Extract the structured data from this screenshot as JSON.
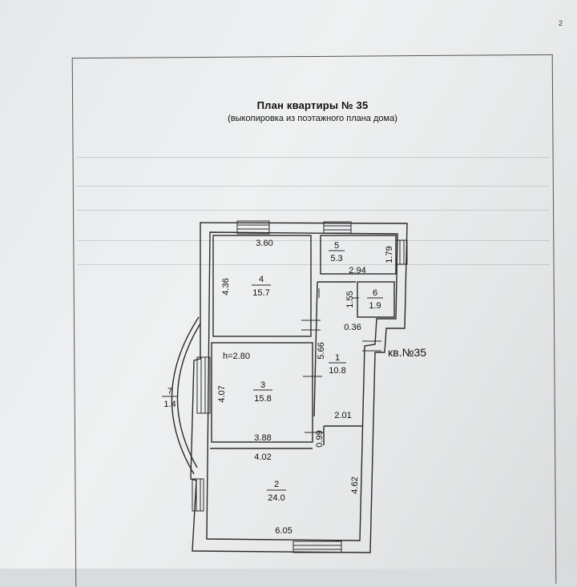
{
  "page_number": "2",
  "title": "План квартиры  № 35",
  "subtitle": "(выкопировка из поэтажного плана дома)",
  "apartment_label": "кв.№35",
  "ceiling_height": "h=2.80",
  "rooms": [
    {
      "id": "4",
      "area": "15.7"
    },
    {
      "id": "5",
      "area": "5.3"
    },
    {
      "id": "6",
      "area": "1.9"
    },
    {
      "id": "1",
      "area": "10.8"
    },
    {
      "id": "3",
      "area": "15.8"
    },
    {
      "id": "7",
      "area": "1.4"
    },
    {
      "id": "2",
      "area": "24.0"
    }
  ],
  "dimensions": {
    "room4_width": "3.60",
    "room4_height": "4.36",
    "room5_height": "1.79",
    "room5_width": "2.94",
    "room6_height": "1.55",
    "room6_gap": "0.36",
    "hall_length": "5.66",
    "room3_height": "4.07",
    "room3_width": "3.88",
    "hall_step": "2.01",
    "hall_offset": "0.99",
    "room2_top_width": "4.02",
    "room2_height": "4.62",
    "room2_bottom_width": "6.05"
  }
}
